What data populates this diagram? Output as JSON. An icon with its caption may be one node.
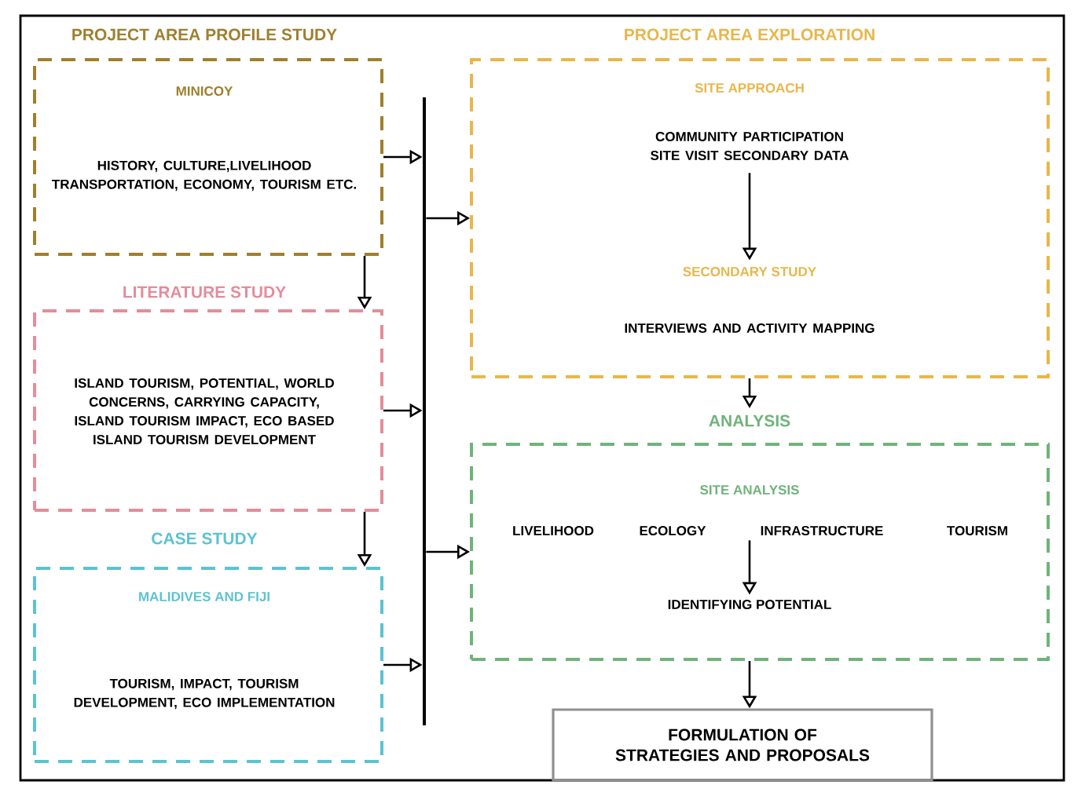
{
  "diagram": {
    "nodes": [
      {
        "text": [
          "PROJECT AREA PROFILE STUDY",
          "MINICOY",
          "HISTORY, CULTURE,LIVELIHOOD TRANSPORTATION, ECONOMY, TOURISM ETC."
        ]
      },
      {
        "text": [
          "LITERATURE STUDY",
          "ISLAND TOURISM, POTENTIAL, WORLD CONCERNS, CARRYING CAPACITY, ISLAND TOURISM IMPACT, ECO BASED ISLAND TOURISM DEVELOPMENT"
        ]
      },
      {
        "text": [
          "CASE STUDY",
          "MALIDIVES AND FIJI",
          "TOURISM, IMPACT, TOURISM DEVELOPMENT, ECO IMPLEMENTATION"
        ]
      },
      {
        "text": [],
        "shape": "bar"
      },
      {
        "text": [
          "PROJECT AREA EXPLORATION"
        ]
      },
      {
        "text": [
          "SITE APPROACH",
          "COMMUNITY PARTICIPATION SITE VISIT SECONDARY DATA"
        ],
        "in": 4
      },
      {
        "text": [
          "SECONDARY STUDY",
          "INTERVIEWS AND ACTIVITY MAPPING"
        ],
        "in": 4
      },
      {
        "text": [
          "ANALYSIS"
        ]
      },
      {
        "text": [
          "SITE ANALYSIS",
          "LIVELIHOOD",
          "ECOLOGY",
          "INFRASTRUCTURE",
          "TOURISM"
        ],
        "in": 7
      },
      {
        "text": [
          "IDENTIFYING POTENTIAL"
        ],
        "in": 7
      },
      {
        "text": [
          "FORMULATION OF STRATEGIES AND PROPOSALS"
        ]
      }
    ],
    "edges": [
      {
        "from": 0,
        "to": 1,
        "arrow": "to"
      },
      {
        "from": 1,
        "to": 2,
        "arrow": "to"
      },
      {
        "from": 0,
        "to": 3,
        "arrow": "to"
      },
      {
        "from": 1,
        "to": 3,
        "arrow": "to"
      },
      {
        "from": 2,
        "to": 3,
        "arrow": "to"
      },
      {
        "from": 3,
        "to": 4,
        "arrow": "to"
      },
      {
        "from": 3,
        "to": 7,
        "arrow": "to"
      },
      {
        "from": 5,
        "to": 6,
        "arrow": "to"
      },
      {
        "from": 4,
        "to": 7,
        "arrow": "to"
      },
      {
        "from": 8,
        "to": 9,
        "arrow": "to"
      },
      {
        "from": 7,
        "to": 10,
        "arrow": "to"
      }
    ]
  }
}
